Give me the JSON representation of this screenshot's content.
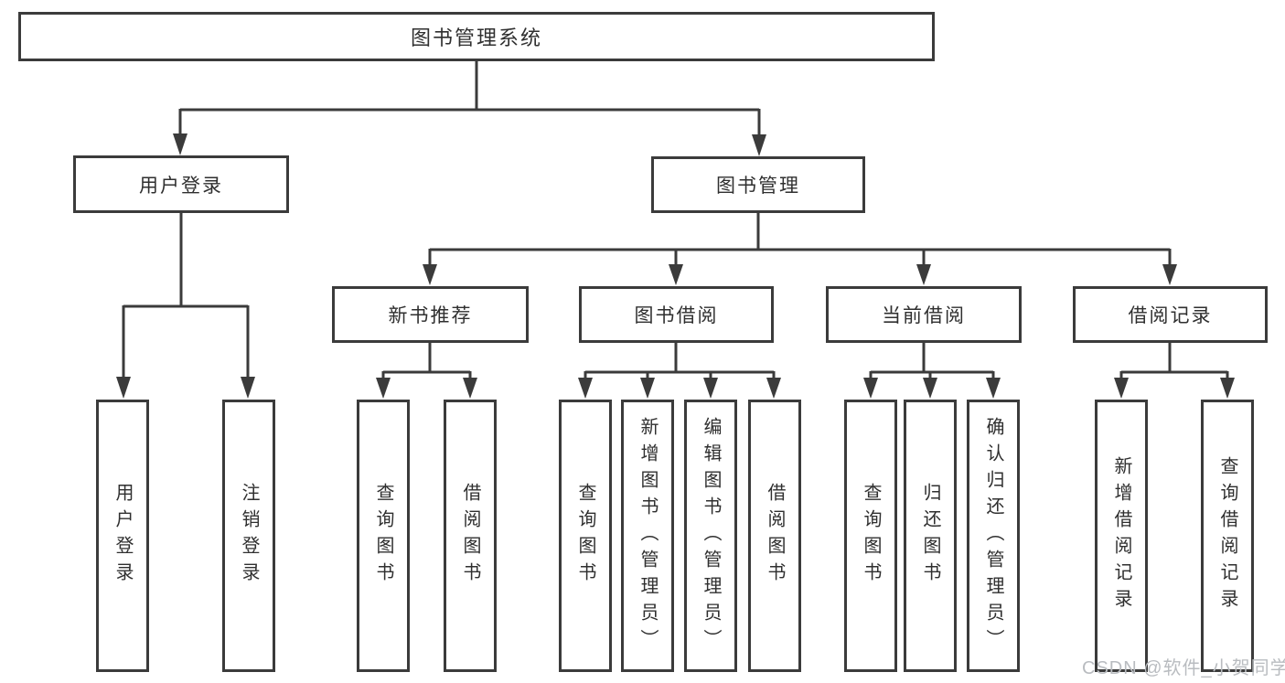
{
  "diagram_type": "functional-structure-tree",
  "colors": {
    "line": "#3b3b3b",
    "box_border": "#3b3b3b",
    "text": "#2f2f2f",
    "background": "#ffffff",
    "watermark": "#b9bcc0"
  },
  "tree": {
    "root": {
      "label": "图书管理系统"
    },
    "branches": [
      {
        "label": "用户登录",
        "children": [
          {
            "label": "用户登录"
          },
          {
            "label": "注销登录"
          }
        ]
      },
      {
        "label": "图书管理",
        "groups": [
          {
            "label": "新书推荐",
            "children": [
              {
                "label": "查询图书"
              },
              {
                "label": "借阅图书"
              }
            ]
          },
          {
            "label": "图书借阅",
            "children": [
              {
                "label": "查询图书"
              },
              {
                "label": "新增图书（管理员）"
              },
              {
                "label": "编辑图书（管理员）"
              },
              {
                "label": "借阅图书"
              }
            ]
          },
          {
            "label": "当前借阅",
            "children": [
              {
                "label": "查询图书"
              },
              {
                "label": "归还图书"
              },
              {
                "label": "确认归还（管理员）"
              }
            ]
          },
          {
            "label": "借阅记录",
            "children": [
              {
                "label": "新增借阅记录"
              },
              {
                "label": "查询借阅记录"
              }
            ]
          }
        ]
      }
    ]
  },
  "watermark": {
    "text": "CSDN @软件_小贺同学"
  }
}
